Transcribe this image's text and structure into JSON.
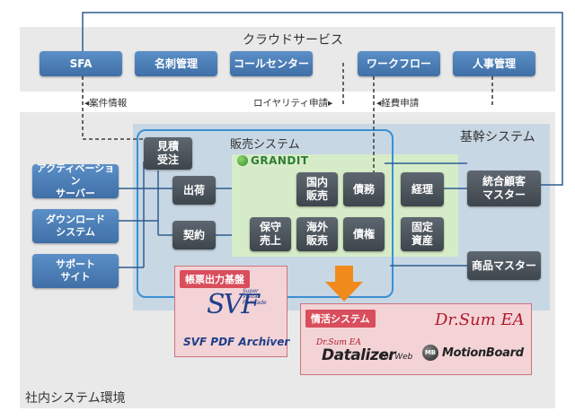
{
  "regions": {
    "cloud": "クラウドサービス",
    "internal": "社内システム環境",
    "core": "基幹システム",
    "sales": "販売システム"
  },
  "cloud_services": {
    "sfa": "SFA",
    "meishi": "名刺管理",
    "call_center": "コールセンター",
    "workflow": "ワークフロー",
    "hr": "人事管理"
  },
  "connector_labels": {
    "case_info": "◂案件情報",
    "royalty": "ロイヤリティ申請▸",
    "expense": "◂経費申請"
  },
  "external_systems": {
    "activation": "アクティベーション\nサーバー",
    "download": "ダウンロード\nシステム",
    "support": "サポート\nサイト"
  },
  "sales_boxes": {
    "estimate": "見積\n受注",
    "shipping": "出荷",
    "contract": "契約"
  },
  "grandit": {
    "logo": "GRANDIT",
    "domestic": "国内\n販売",
    "receivable": "債務",
    "maintenance": "保守\n売上",
    "overseas": "海外\n販売",
    "credit": "債権",
    "accounting": "経理",
    "fixed_assets": "固定\n資産"
  },
  "masters": {
    "customer": "統合顧客\nマスター",
    "product": "商品マスター"
  },
  "forms": {
    "title": "帳票出力基盤",
    "svf_logo": "SVF",
    "svf_tag": "Super\nVisual\nFormade",
    "archiver": "SVF PDF Archiver"
  },
  "info": {
    "title": "情活システム",
    "drsum": "Dr.Sum EA",
    "datalizer_top": "Dr.Sum EA",
    "datalizer": "Datalizer",
    "for_web": "for Web",
    "mb_badge": "MB",
    "motionboard": "MotionBoard"
  },
  "colors": {
    "cloud_box": "#4a7fbc",
    "dark_box": "#4a5259",
    "sales_border": "#3c8fd2",
    "grandit_bg": "#d6ecc8",
    "arrow": "#f08a1c",
    "pink_title": "#d94e5c"
  }
}
